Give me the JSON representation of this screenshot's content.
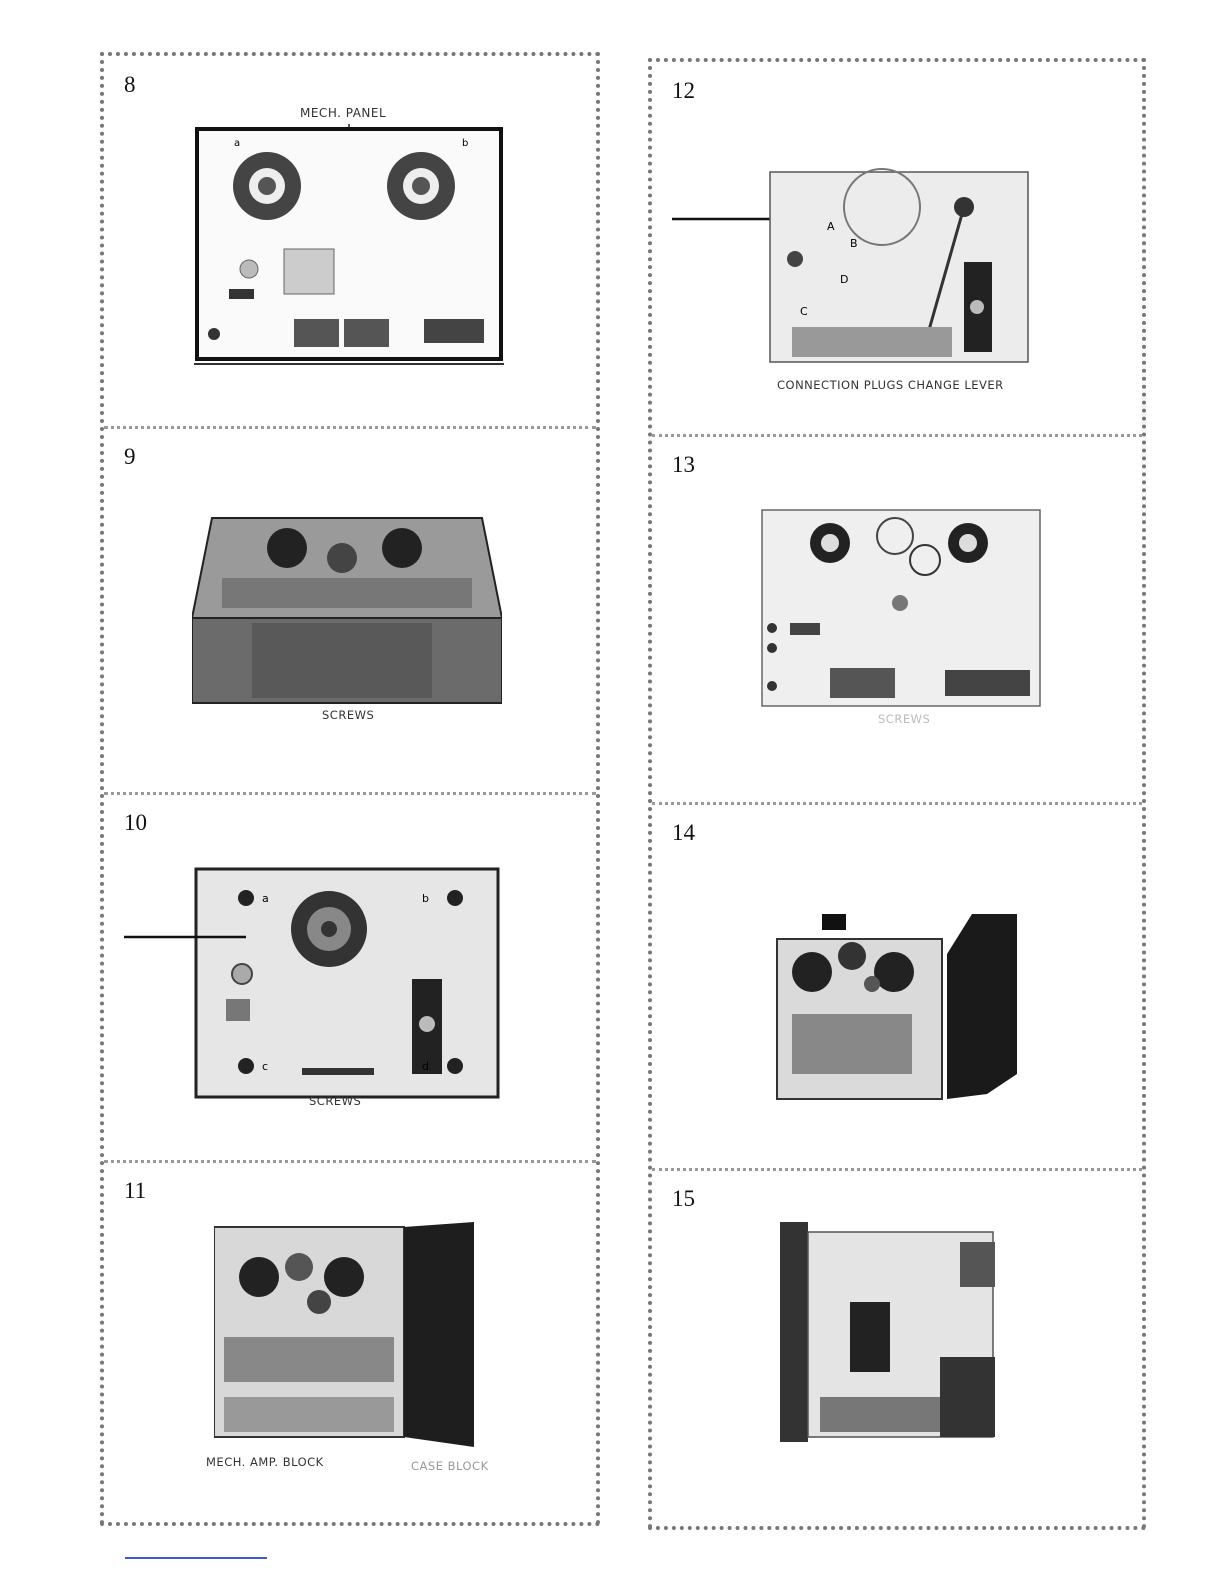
{
  "figures": {
    "f8": {
      "number": "8",
      "caption_top": "MECH. PANEL",
      "labels": [
        "a",
        "b"
      ]
    },
    "f9": {
      "number": "9",
      "caption": "SCREWS"
    },
    "f10": {
      "number": "10",
      "caption": "SCREWS",
      "labels": [
        "a",
        "b",
        "c",
        "d"
      ]
    },
    "f11": {
      "number": "11",
      "caption_left": "MECH. AMP. BLOCK",
      "caption_right": "CASE BLOCK"
    },
    "f12": {
      "number": "12",
      "caption": "CONNECTION PLUGS CHANGE LEVER",
      "labels": [
        "A",
        "B",
        "C",
        "D"
      ]
    },
    "f13": {
      "number": "13",
      "caption": "SCREWS"
    },
    "f14": {
      "number": "14"
    },
    "f15": {
      "number": "15"
    }
  }
}
